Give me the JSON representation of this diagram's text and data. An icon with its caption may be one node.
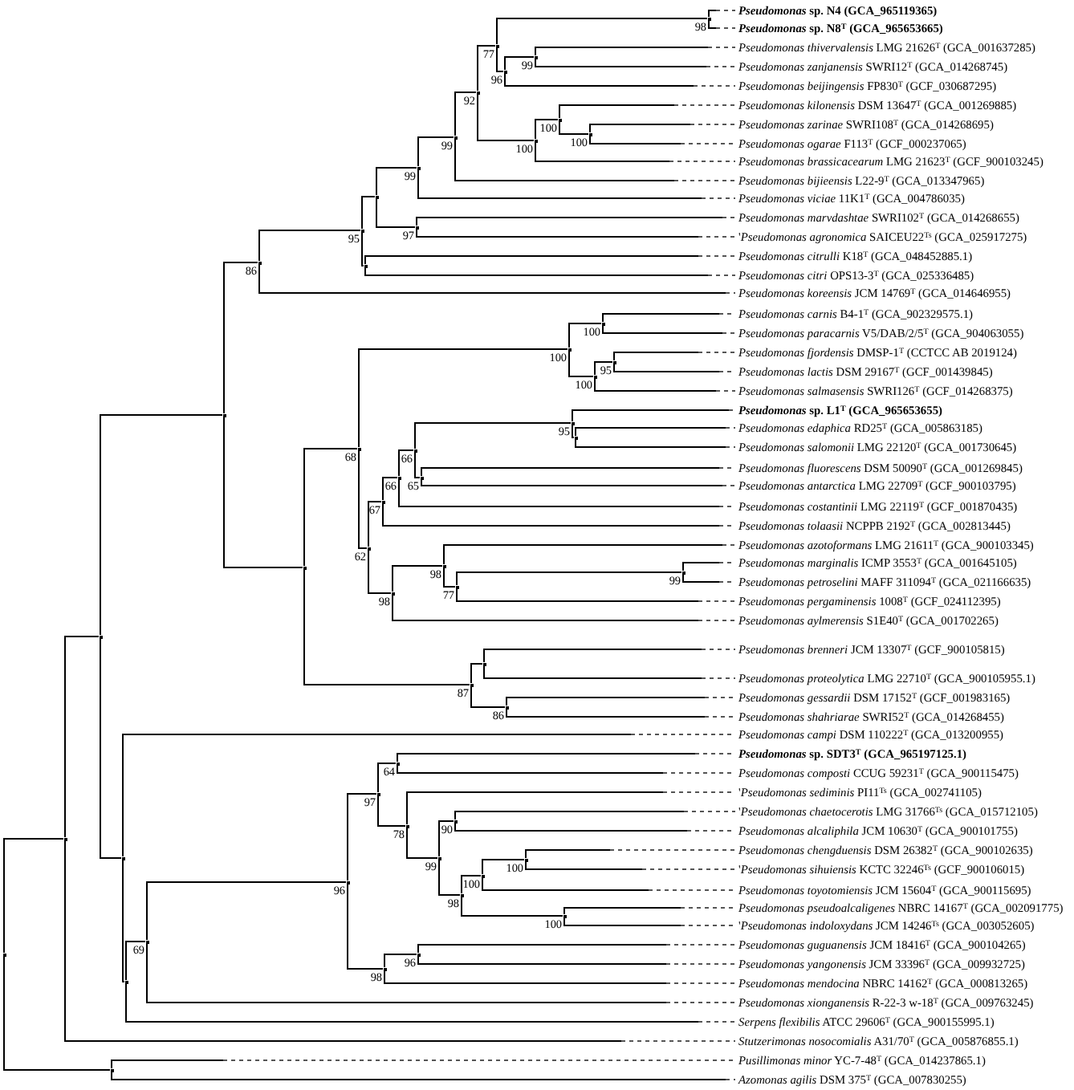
{
  "diagram": {
    "nodes": [
      {
        "text": [
          "*Pseudomonas* sp. N4 (GCA_965119365)"
        ]
      },
      {
        "text": [
          "*Pseudomonas* sp. N8$^{T}$ (GCA_965653665)"
        ]
      },
      {
        "text": [
          "*Pseudomonas thivervalensis* LMG 21626$^{T}$ (GCA_001637285)"
        ]
      },
      {
        "text": [
          "*Pseudomonas zanjanensis* SWRI12$^{T}$ (GCA_014268745)"
        ]
      },
      {
        "text": [
          "*Pseudomonas beijingensis* FP830$^{T}$ (GCF_030687295)"
        ]
      },
      {
        "text": [
          "*Pseudomonas kilonensis* DSM 13647$^{T}$ (GCA_001269885)"
        ]
      },
      {
        "text": [
          "*Pseudomonas zarinae* SWRI108$^{T}$ (GCA_014268695)"
        ]
      },
      {
        "text": [
          "*Pseudomonas ogarae* F113$^{T}$ (GCF_000237065)"
        ]
      },
      {
        "text": [
          "*Pseudomonas brassicacearum* LMG 21623$^{T}$ (GCF_900103245)"
        ]
      },
      {
        "text": [
          "*Pseudomonas bijieensis* L22-9$^{T}$ (GCA_013347965)"
        ]
      },
      {
        "text": [
          "*Pseudomonas viciae* 11K1$^{T}$ (GCA_004786035)"
        ]
      },
      {
        "text": [
          "*Pseudomonas marvdashtae* SWRI102$^{T}$ (GCA_014268655)"
        ]
      },
      {
        "text": [
          "'*Pseudomonas agronomica* SAICEU22$^{Ts}$ (GCA_025917275)"
        ]
      },
      {
        "text": [
          "*Pseudomonas citrulli* K18$^{T}$ (GCA_048452885.1)"
        ]
      },
      {
        "text": [
          "*Pseudomonas citri* OPS13-3$^{T}$ (GCA_025336485)"
        ]
      },
      {
        "text": [
          "*Pseudomonas koreensis* JCM 14769$^{T}$ (GCA_014646955)"
        ]
      },
      {
        "text": [
          "*Pseudomonas carnis* B4-1$^{T}$ (GCA_902329575.1)"
        ]
      },
      {
        "text": [
          "*Pseudomonas paracarnis* V5/DAB/2/5$^{T}$ (GCA_904063055)"
        ]
      },
      {
        "text": [
          "*Pseudomonas fjordensis* DMSP-1$^{T}$ (CCTCC AB 2019124)"
        ]
      },
      {
        "text": [
          "*Pseudomonas lactis* DSM 29167$^{T}$ (GCF_001439845)"
        ]
      },
      {
        "text": [
          "*Pseudomonas salmasensis* SWRI126$^{T}$ (GCF_014268375)"
        ]
      },
      {
        "text": [
          "*Pseudomonas* sp. L1$^{T}$ (GCA_965653655)"
        ]
      },
      {
        "text": [
          "*Pseudomonas edaphica* RD25$^{T}$ (GCA_005863185)"
        ]
      },
      {
        "text": [
          "*Pseudomonas salomonii* LMG 22120$^{T}$ (GCA_001730645)"
        ]
      },
      {
        "text": [
          "*Pseudomonas fluorescens* DSM 50090$^{T}$ (GCA_001269845)"
        ]
      },
      {
        "text": [
          "*Pseudomonas antarctica* LMG 22709$^{T}$ (GCF_900103795)"
        ]
      },
      {
        "text": [
          "*Pseudomonas costantinii* LMG 22119$^{T}$ (GCF_001870435)"
        ]
      },
      {
        "text": [
          "*Pseudomonas tolaasii* NCPPB 2192$^{T}$ (GCA_002813445)"
        ]
      },
      {
        "text": [
          "*Pseudomonas azotoformans* LMG 21611$^{T}$ (GCA_900103345)"
        ]
      },
      {
        "text": [
          "*Pseudomonas marginalis* ICMP 3553$^{T}$ (GCA_001645105)"
        ]
      },
      {
        "text": [
          "*Pseudomonas petroselini* MAFF 311094$^{T}$ (GCA_021166635)"
        ]
      },
      {
        "text": [
          "*Pseudomonas pergaminensis* 1008$^{T}$ (GCF_024112395)"
        ]
      },
      {
        "text": [
          "*Pseudomonas aylmerensis* S1E40$^{T}$ (GCA_001702265)"
        ]
      },
      {
        "text": [
          "*Pseudomonas brenneri* JCM 13307$^{T}$ (GCF_900105815)"
        ]
      },
      {
        "text": [
          "*Pseudomonas proteolytica* LMG 22710$^{T}$ (GCA_900105955.1)"
        ]
      },
      {
        "text": [
          "*Pseudomonas gessardii* DSM 17152$^{T}$ (GCF_001983165)"
        ]
      },
      {
        "text": [
          "*Pseudomonas shahriarae* SWRI52$^{T}$ (GCA_014268455)"
        ]
      },
      {
        "text": [
          "*Pseudomonas campi* DSM 110222$^{T}$ (GCA_013200955)"
        ]
      },
      {
        "text": [
          "*Pseudomonas* sp. SDT3$^{T}$ (GCA_965197125.1)"
        ]
      },
      {
        "text": [
          "*Pseudomonas composti* CCUG 59231$^{T}$ (GCA_900115475)"
        ]
      },
      {
        "text": [
          "'*Pseudomonas sediminis* PI11$^{Ts}$ (GCA_002741105)"
        ]
      },
      {
        "text": [
          "'*Pseudomonas chaetocerotis* LMG 31766$^{Ts}$ (GCA_015712105)"
        ]
      },
      {
        "text": [
          "*Pseudomonas alcaliphila* JCM 10630$^{T}$ (GCA_900101755)"
        ]
      },
      {
        "text": [
          "*Pseudomonas chengduensis* DSM 26382$^{T}$ (GCA_900102635)"
        ]
      },
      {
        "text": [
          "'*Pseudomonas sihuiensis* KCTC 32246$^{Ts}$ (GCF_900106015)"
        ]
      },
      {
        "text": [
          "*Pseudomonas toyotomiensis* JCM 15604$^{T}$ (GCA_900115695)"
        ]
      },
      {
        "text": [
          "*Pseudomonas pseudoalcaligenes* NBRC 14167$^{T}$ (GCA_002091775)"
        ]
      },
      {
        "text": [
          "'*Pseudomonas indoloxydans* JCM 14246$^{Ts}$ (GCA_003052605)"
        ]
      },
      {
        "text": [
          "*Pseudomonas guguanensis* JCM 18416$^{T}$ (GCA_900104265)"
        ]
      },
      {
        "text": [
          "*Pseudomonas yangonensis* JCM 33396$^{T}$ (GCA_009932725)"
        ]
      },
      {
        "text": [
          "*Pseudomonas mendocina* NBRC 14162$^{T}$ (GCA_000813265)"
        ]
      },
      {
        "text": [
          "*Pseudomonas xionganensis* R-22-3 w-18$^{T}$ (GCA_009763245)"
        ]
      },
      {
        "text": [
          "*Serpens flexibilis* ATCC 29606$^{T}$ (GCA_900155995.1)"
        ]
      },
      {
        "text": [
          "*Stutzerimonas nosocomialis* A31/70$^{T}$ (GCA_005876855.1)"
        ]
      },
      {
        "text": [
          "*Pusillimonas minor* YC-7-48$^{T}$ (GCA_014237865.1)"
        ]
      },
      {
        "text": [
          "*Azomonas agilis* DSM 375$^{T}$ (GCA_007830255)"
        ]
      },
      {
        "text": [],
        "shape": "point",
        "beside": [
          "98"
        ]
      },
      {
        "text": [],
        "shape": "point",
        "beside": [
          "99"
        ]
      },
      {
        "text": [],
        "shape": "point",
        "beside": [
          "96"
        ]
      },
      {
        "text": [],
        "shape": "point",
        "beside": [
          "77"
        ]
      },
      {
        "text": [],
        "shape": "point",
        "beside": [
          "100"
        ]
      },
      {
        "text": [],
        "shape": "point",
        "beside": [
          "100"
        ]
      },
      {
        "text": [],
        "shape": "point",
        "beside": [
          "100"
        ]
      },
      {
        "text": [],
        "shape": "point",
        "beside": [
          "92"
        ]
      },
      {
        "text": [],
        "shape": "point",
        "beside": [
          "99"
        ]
      },
      {
        "text": [],
        "shape": "point",
        "beside": [
          "99"
        ]
      },
      {
        "text": [],
        "shape": "point",
        "beside": [
          "97"
        ]
      },
      {
        "text": [],
        "shape": "point"
      },
      {
        "text": [],
        "shape": "point"
      },
      {
        "text": [],
        "shape": "point",
        "beside": [
          "95"
        ]
      },
      {
        "text": [],
        "shape": "point",
        "beside": [
          "86"
        ]
      },
      {
        "text": [],
        "shape": "point",
        "beside": [
          "100"
        ]
      },
      {
        "text": [],
        "shape": "point",
        "beside": [
          "95"
        ]
      },
      {
        "text": [],
        "shape": "point",
        "beside": [
          "100"
        ]
      },
      {
        "text": [],
        "shape": "point",
        "beside": [
          "100"
        ]
      },
      {
        "text": [],
        "shape": "point"
      },
      {
        "text": [],
        "shape": "point",
        "beside": [
          "95"
        ]
      },
      {
        "text": [],
        "shape": "point",
        "beside": [
          "65"
        ]
      },
      {
        "text": [],
        "shape": "point",
        "beside": [
          "66"
        ]
      },
      {
        "text": [],
        "shape": "point",
        "beside": [
          "66"
        ]
      },
      {
        "text": [],
        "shape": "point",
        "beside": [
          "67"
        ]
      },
      {
        "text": [],
        "shape": "point",
        "beside": [
          "99"
        ]
      },
      {
        "text": [],
        "shape": "point",
        "beside": [
          "77"
        ]
      },
      {
        "text": [],
        "shape": "point",
        "beside": [
          "98"
        ]
      },
      {
        "text": [],
        "shape": "point",
        "beside": [
          "98"
        ]
      },
      {
        "text": [],
        "shape": "point",
        "beside": [
          "62"
        ]
      },
      {
        "text": [],
        "shape": "point",
        "beside": [
          "68"
        ]
      },
      {
        "text": [],
        "shape": "point"
      },
      {
        "text": [],
        "shape": "point",
        "beside": [
          "86"
        ]
      },
      {
        "text": [],
        "shape": "point",
        "beside": [
          "87"
        ]
      },
      {
        "text": [],
        "shape": "point"
      },
      {
        "text": [],
        "shape": "point"
      },
      {
        "text": [],
        "shape": "point",
        "beside": [
          "64"
        ]
      },
      {
        "text": [],
        "shape": "point",
        "beside": [
          "90"
        ]
      },
      {
        "text": [],
        "shape": "point",
        "beside": [
          "100"
        ]
      },
      {
        "text": [],
        "shape": "point",
        "beside": [
          "100"
        ]
      },
      {
        "text": [],
        "shape": "point",
        "beside": [
          "100"
        ]
      },
      {
        "text": [],
        "shape": "point",
        "beside": [
          "98"
        ]
      },
      {
        "text": [],
        "shape": "point",
        "beside": [
          "99"
        ]
      },
      {
        "text": [],
        "shape": "point",
        "beside": [
          "78"
        ]
      },
      {
        "text": [],
        "shape": "point",
        "beside": [
          "97"
        ]
      },
      {
        "text": [],
        "shape": "point",
        "beside": [
          "96"
        ]
      },
      {
        "text": [],
        "shape": "point",
        "beside": [
          "98"
        ]
      },
      {
        "text": [],
        "shape": "point",
        "beside": [
          "96"
        ]
      },
      {
        "text": [],
        "shape": "point",
        "beside": [
          "69"
        ]
      },
      {
        "text": [],
        "shape": "point"
      },
      {
        "text": [],
        "shape": "point"
      },
      {
        "text": [],
        "shape": "point"
      },
      {
        "text": [],
        "shape": "point"
      },
      {
        "text": [],
        "shape": "point"
      },
      {
        "text": [],
        "shape": "point"
      }
    ],
    "edges": [
      {
        "from": 56,
        "to": 0,
        "arrow": "none"
      },
      {
        "from": 56,
        "to": 1,
        "arrow": "none"
      },
      {
        "from": 57,
        "to": 2,
        "arrow": "none"
      },
      {
        "from": 57,
        "to": 3,
        "arrow": "none"
      },
      {
        "from": 58,
        "to": 57,
        "arrow": "none"
      },
      {
        "from": 58,
        "to": 4,
        "arrow": "none"
      },
      {
        "from": 59,
        "to": 56,
        "arrow": "none"
      },
      {
        "from": 59,
        "to": 58,
        "arrow": "none"
      },
      {
        "from": 60,
        "to": 6,
        "arrow": "none"
      },
      {
        "from": 60,
        "to": 7,
        "arrow": "none"
      },
      {
        "from": 61,
        "to": 5,
        "arrow": "none"
      },
      {
        "from": 61,
        "to": 60,
        "arrow": "none"
      },
      {
        "from": 62,
        "to": 61,
        "arrow": "none"
      },
      {
        "from": 62,
        "to": 8,
        "arrow": "none"
      },
      {
        "from": 63,
        "to": 59,
        "arrow": "none"
      },
      {
        "from": 63,
        "to": 62,
        "arrow": "none"
      },
      {
        "from": 64,
        "to": 63,
        "arrow": "none"
      },
      {
        "from": 64,
        "to": 9,
        "arrow": "none"
      },
      {
        "from": 65,
        "to": 64,
        "arrow": "none"
      },
      {
        "from": 65,
        "to": 10,
        "arrow": "none"
      },
      {
        "from": 66,
        "to": 11,
        "arrow": "none"
      },
      {
        "from": 66,
        "to": 12,
        "arrow": "none"
      },
      {
        "from": 67,
        "to": 65,
        "arrow": "none"
      },
      {
        "from": 67,
        "to": 66,
        "arrow": "none"
      },
      {
        "from": 68,
        "to": 13,
        "arrow": "none"
      },
      {
        "from": 68,
        "to": 14,
        "arrow": "none"
      },
      {
        "from": 69,
        "to": 67,
        "arrow": "none"
      },
      {
        "from": 69,
        "to": 68,
        "arrow": "none"
      },
      {
        "from": 70,
        "to": 69,
        "arrow": "none"
      },
      {
        "from": 70,
        "to": 15,
        "arrow": "none"
      },
      {
        "from": 71,
        "to": 16,
        "arrow": "none"
      },
      {
        "from": 71,
        "to": 17,
        "arrow": "none"
      },
      {
        "from": 72,
        "to": 18,
        "arrow": "none"
      },
      {
        "from": 72,
        "to": 19,
        "arrow": "none"
      },
      {
        "from": 73,
        "to": 72,
        "arrow": "none"
      },
      {
        "from": 73,
        "to": 20,
        "arrow": "none"
      },
      {
        "from": 74,
        "to": 71,
        "arrow": "none"
      },
      {
        "from": 74,
        "to": 73,
        "arrow": "none"
      },
      {
        "from": 75,
        "to": 22,
        "arrow": "none"
      },
      {
        "from": 75,
        "to": 23,
        "arrow": "none"
      },
      {
        "from": 76,
        "to": 21,
        "arrow": "none"
      },
      {
        "from": 76,
        "to": 75,
        "arrow": "none"
      },
      {
        "from": 77,
        "to": 24,
        "arrow": "none"
      },
      {
        "from": 77,
        "to": 25,
        "arrow": "none"
      },
      {
        "from": 78,
        "to": 76,
        "arrow": "none"
      },
      {
        "from": 78,
        "to": 77,
        "arrow": "none"
      },
      {
        "from": 79,
        "to": 78,
        "arrow": "none"
      },
      {
        "from": 79,
        "to": 26,
        "arrow": "none"
      },
      {
        "from": 80,
        "to": 79,
        "arrow": "none"
      },
      {
        "from": 80,
        "to": 27,
        "arrow": "none"
      },
      {
        "from": 81,
        "to": 29,
        "arrow": "none"
      },
      {
        "from": 81,
        "to": 30,
        "arrow": "none"
      },
      {
        "from": 82,
        "to": 81,
        "arrow": "none"
      },
      {
        "from": 82,
        "to": 31,
        "arrow": "none"
      },
      {
        "from": 83,
        "to": 28,
        "arrow": "none"
      },
      {
        "from": 83,
        "to": 82,
        "arrow": "none"
      },
      {
        "from": 84,
        "to": 83,
        "arrow": "none"
      },
      {
        "from": 84,
        "to": 32,
        "arrow": "none"
      },
      {
        "from": 85,
        "to": 80,
        "arrow": "none"
      },
      {
        "from": 85,
        "to": 84,
        "arrow": "none"
      },
      {
        "from": 86,
        "to": 74,
        "arrow": "none"
      },
      {
        "from": 86,
        "to": 85,
        "arrow": "none"
      },
      {
        "from": 87,
        "to": 33,
        "arrow": "none"
      },
      {
        "from": 87,
        "to": 34,
        "arrow": "none"
      },
      {
        "from": 88,
        "to": 35,
        "arrow": "none"
      },
      {
        "from": 88,
        "to": 36,
        "arrow": "none"
      },
      {
        "from": 89,
        "to": 87,
        "arrow": "none"
      },
      {
        "from": 89,
        "to": 88,
        "arrow": "none"
      },
      {
        "from": 90,
        "to": 86,
        "arrow": "none"
      },
      {
        "from": 90,
        "to": 89,
        "arrow": "none"
      },
      {
        "from": 91,
        "to": 70,
        "arrow": "none"
      },
      {
        "from": 91,
        "to": 90,
        "arrow": "none"
      },
      {
        "from": 92,
        "to": 38,
        "arrow": "none"
      },
      {
        "from": 92,
        "to": 39,
        "arrow": "none"
      },
      {
        "from": 93,
        "to": 41,
        "arrow": "none"
      },
      {
        "from": 93,
        "to": 42,
        "arrow": "none"
      },
      {
        "from": 94,
        "to": 43,
        "arrow": "none"
      },
      {
        "from": 94,
        "to": 44,
        "arrow": "none"
      },
      {
        "from": 95,
        "to": 94,
        "arrow": "none"
      },
      {
        "from": 95,
        "to": 45,
        "arrow": "none"
      },
      {
        "from": 96,
        "to": 46,
        "arrow": "none"
      },
      {
        "from": 96,
        "to": 47,
        "arrow": "none"
      },
      {
        "from": 97,
        "to": 95,
        "arrow": "none"
      },
      {
        "from": 97,
        "to": 96,
        "arrow": "none"
      },
      {
        "from": 98,
        "to": 93,
        "arrow": "none"
      },
      {
        "from": 98,
        "to": 97,
        "arrow": "none"
      },
      {
        "from": 99,
        "to": 40,
        "arrow": "none"
      },
      {
        "from": 99,
        "to": 98,
        "arrow": "none"
      },
      {
        "from": 100,
        "to": 92,
        "arrow": "none"
      },
      {
        "from": 100,
        "to": 99,
        "arrow": "none"
      },
      {
        "from": 101,
        "to": 48,
        "arrow": "none"
      },
      {
        "from": 101,
        "to": 49,
        "arrow": "none"
      },
      {
        "from": 102,
        "to": 101,
        "arrow": "none"
      },
      {
        "from": 102,
        "to": 50,
        "arrow": "none"
      },
      {
        "from": 103,
        "to": 100,
        "arrow": "none"
      },
      {
        "from": 103,
        "to": 102,
        "arrow": "none"
      },
      {
        "from": 104,
        "to": 103,
        "arrow": "none"
      },
      {
        "from": 104,
        "to": 51,
        "arrow": "none"
      },
      {
        "from": 105,
        "to": 104,
        "arrow": "none"
      },
      {
        "from": 105,
        "to": 52,
        "arrow": "none"
      },
      {
        "from": 106,
        "to": 37,
        "arrow": "none"
      },
      {
        "from": 106,
        "to": 105,
        "arrow": "none"
      },
      {
        "from": 107,
        "to": 91,
        "arrow": "none"
      },
      {
        "from": 107,
        "to": 106,
        "arrow": "none"
      },
      {
        "from": 108,
        "to": 107,
        "arrow": "none"
      },
      {
        "from": 108,
        "to": 53,
        "arrow": "none"
      },
      {
        "from": 109,
        "to": 54,
        "arrow": "none"
      },
      {
        "from": 109,
        "to": 55,
        "arrow": "none"
      },
      {
        "from": 110,
        "to": 108,
        "arrow": "none"
      },
      {
        "from": 110,
        "to": 109,
        "arrow": "none"
      }
    ]
  }
}
